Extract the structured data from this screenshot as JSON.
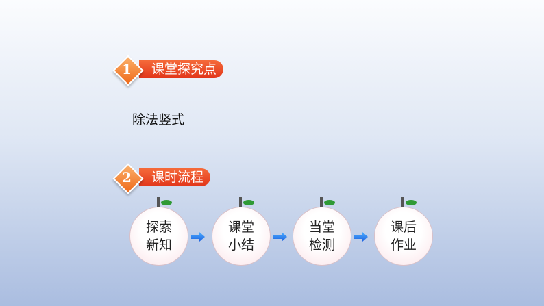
{
  "section1": {
    "number": "1",
    "title": "课堂探究点"
  },
  "topic": "除法竖式",
  "section2": {
    "number": "2",
    "title": "课时流程"
  },
  "flow": [
    {
      "line1": "探索",
      "line2": "新知"
    },
    {
      "line1": "课堂",
      "line2": "小结"
    },
    {
      "line1": "当堂",
      "line2": "检测"
    },
    {
      "line1": "课后",
      "line2": "作业"
    }
  ]
}
